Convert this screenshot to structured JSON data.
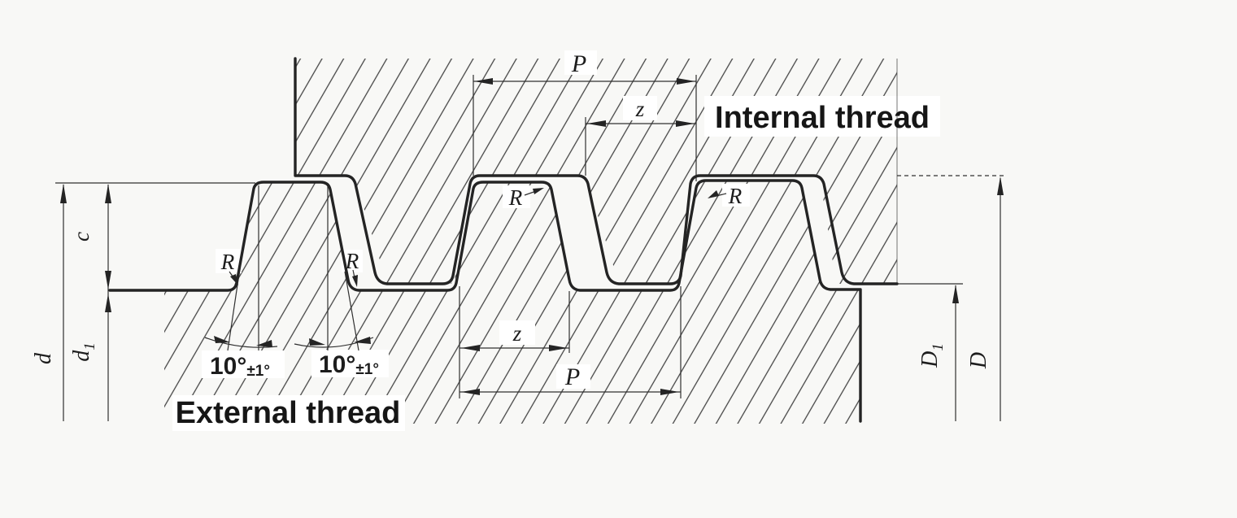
{
  "diagram": {
    "kind": "thread-profile-engineering-drawing",
    "labels": {
      "internal_thread": "Internal thread",
      "external_thread": "External thread"
    },
    "dimensions": {
      "pitch": "P",
      "clearance": "z",
      "root_radius": "R",
      "crest_clearance": "c",
      "flank_angle_main": "10°",
      "flank_angle_tolerance": "±1°",
      "major_diameter_external": "d",
      "minor_diameter_external_base": "d",
      "minor_diameter_external_sub": "1",
      "minor_diameter_internal_base": "D",
      "minor_diameter_internal_sub": "1",
      "major_diameter_internal": "D"
    },
    "colors": {
      "paper": "#f8f8f6",
      "ink": "#242424",
      "hatch": "#404040",
      "label_halo": "#ffffff"
    }
  }
}
